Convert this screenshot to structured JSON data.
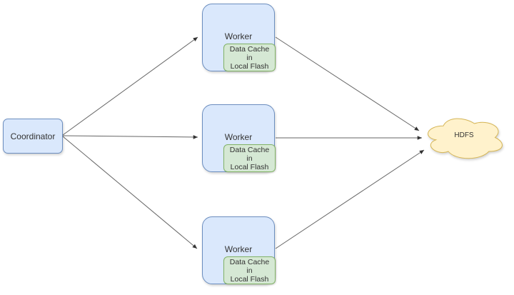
{
  "diagram": {
    "background_color": "#ffffff",
    "text_color": "#333333",
    "arrow_color": "#666666",
    "arrowhead_color": "#333333",
    "coordinator": {
      "label": "Coordinator",
      "fill": "#dae8fc",
      "stroke": "#6c8ebf"
    },
    "worker_style": {
      "fill": "#dae8fc",
      "stroke": "#6c8ebf"
    },
    "cache_style": {
      "fill": "#d5e8d4",
      "stroke": "#82b366"
    },
    "workers": [
      {
        "label": "Worker",
        "cache_label": "Data Cache\nin\nLocal Flash"
      },
      {
        "label": "Worker",
        "cache_label": "Data Cache\nin\nLocal Flash"
      },
      {
        "label": "Worker",
        "cache_label": "Data Cache\nin\nLocal Flash"
      }
    ],
    "hdfs": {
      "label": "HDFS",
      "fill": "#fff2cc",
      "stroke": "#d6b656"
    },
    "edges": [
      {
        "from": "Coordinator",
        "to": "Worker (top)"
      },
      {
        "from": "Coordinator",
        "to": "Worker (middle)"
      },
      {
        "from": "Coordinator",
        "to": "Worker (bottom)"
      },
      {
        "from": "Worker (top)",
        "to": "HDFS"
      },
      {
        "from": "Worker (middle)",
        "to": "HDFS"
      },
      {
        "from": "Worker (bottom)",
        "to": "HDFS"
      }
    ]
  }
}
